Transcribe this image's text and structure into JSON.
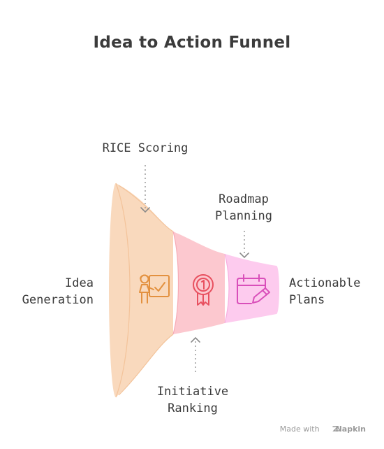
{
  "title": "Idea to Action Funnel",
  "stages": [
    {
      "label_lines": [
        "Idea",
        "Generation"
      ],
      "icon": "presenter-checklist-icon",
      "color": "#f9d9bd"
    },
    {
      "label_lines": [
        "RICE Scoring"
      ],
      "icon": "",
      "color": ""
    },
    {
      "label_lines": [
        "Initiative",
        "Ranking"
      ],
      "icon": "first-place-ribbon-icon",
      "color": "#fcc8cf"
    },
    {
      "label_lines": [
        "Roadmap",
        "Planning"
      ],
      "icon": "calendar-pencil-icon",
      "color": "#fdcbee"
    },
    {
      "label_lines": [
        "Actionable",
        "Plans"
      ],
      "icon": "",
      "color": ""
    }
  ],
  "icon_colors": {
    "presenter": "#e3913f",
    "ribbon": "#e8505f",
    "calendar": "#d94fba"
  },
  "footer": {
    "prefix": "Made with",
    "brand": "Napkin"
  }
}
